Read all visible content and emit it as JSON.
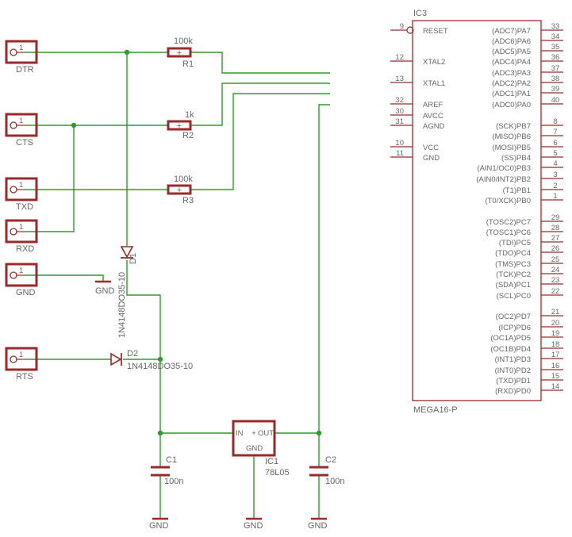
{
  "connectors": [
    {
      "name": "DTR",
      "pin": "1"
    },
    {
      "name": "CTS",
      "pin": "1"
    },
    {
      "name": "TXD",
      "pin": "1"
    },
    {
      "name": "RXD",
      "pin": "1"
    },
    {
      "name": "GND",
      "pin": "1"
    },
    {
      "name": "RTS",
      "pin": "1"
    }
  ],
  "resistors": [
    {
      "ref": "R1",
      "value": "100k"
    },
    {
      "ref": "R2",
      "value": "1k"
    },
    {
      "ref": "R3",
      "value": "100k"
    }
  ],
  "diodes": [
    {
      "ref": "D1",
      "part": "1N4148DO35-10"
    },
    {
      "ref": "D2",
      "part": "1N4148DO35-10"
    }
  ],
  "capacitors": [
    {
      "ref": "C1",
      "value": "100n"
    },
    {
      "ref": "C2",
      "value": "100n"
    }
  ],
  "regulator": {
    "ref": "IC1",
    "part": "78L05",
    "pin_in": "IN",
    "pin_out": "OUT",
    "pin_gnd": "GND"
  },
  "gnd_label": "GND",
  "mcu": {
    "ref": "IC3",
    "part": "MEGA16-P",
    "left_pins": [
      {
        "num": "9",
        "name": "RESET"
      },
      {
        "num": "12",
        "name": "XTAL2"
      },
      {
        "num": "13",
        "name": "XTAL1"
      },
      {
        "num": "32",
        "name": "AREF"
      },
      {
        "num": "30",
        "name": "AVCC"
      },
      {
        "num": "31",
        "name": "AGND"
      },
      {
        "num": "10",
        "name": "VCC"
      },
      {
        "num": "11",
        "name": "GND"
      }
    ],
    "right_pins": [
      {
        "num": "33",
        "name": "(ADC7)PA7"
      },
      {
        "num": "34",
        "name": "(ADC6)PA6"
      },
      {
        "num": "35",
        "name": "(ADC5)PA5"
      },
      {
        "num": "36",
        "name": "(ADC4)PA4"
      },
      {
        "num": "37",
        "name": "(ADC3)PA3"
      },
      {
        "num": "38",
        "name": "(ADC2)PA2"
      },
      {
        "num": "39",
        "name": "(ADC1)PA1"
      },
      {
        "num": "40",
        "name": "(ADC0)PA0"
      },
      {
        "num": "8",
        "name": "(SCK)PB7"
      },
      {
        "num": "7",
        "name": "(MISO)PB6"
      },
      {
        "num": "6",
        "name": "(MOSI)PB5"
      },
      {
        "num": "5",
        "name": "(SS)PB4"
      },
      {
        "num": "4",
        "name": "(AIN1/OC0)PB3"
      },
      {
        "num": "3",
        "name": "(AIN0/INT2)PB2"
      },
      {
        "num": "2",
        "name": "(T1)PB1"
      },
      {
        "num": "1",
        "name": "(T0/XCK)PB0"
      },
      {
        "num": "29",
        "name": "(TOSC2)PC7"
      },
      {
        "num": "28",
        "name": "(TOSC1)PC6"
      },
      {
        "num": "27",
        "name": "(TDI)PC5"
      },
      {
        "num": "26",
        "name": "(TDO)PC4"
      },
      {
        "num": "25",
        "name": "(TMS)PC3"
      },
      {
        "num": "24",
        "name": "(TCK)PC2"
      },
      {
        "num": "23",
        "name": "(SDA)PC1"
      },
      {
        "num": "22",
        "name": "(SCL)PC0"
      },
      {
        "num": "21",
        "name": "(OC2)PD7"
      },
      {
        "num": "20",
        "name": "(ICP)PD6"
      },
      {
        "num": "19",
        "name": "(OC1A)PD5"
      },
      {
        "num": "18",
        "name": "(OC1B)PD4"
      },
      {
        "num": "17",
        "name": "(INT1)PD3"
      },
      {
        "num": "16",
        "name": "(INT0)PD2"
      },
      {
        "num": "15",
        "name": "(TXD)PD1"
      },
      {
        "num": "14",
        "name": "(RXD)PD0"
      }
    ]
  },
  "colors": {
    "part": "#9a2a2a",
    "wire": "#2f9a2f",
    "text": "#666666"
  }
}
